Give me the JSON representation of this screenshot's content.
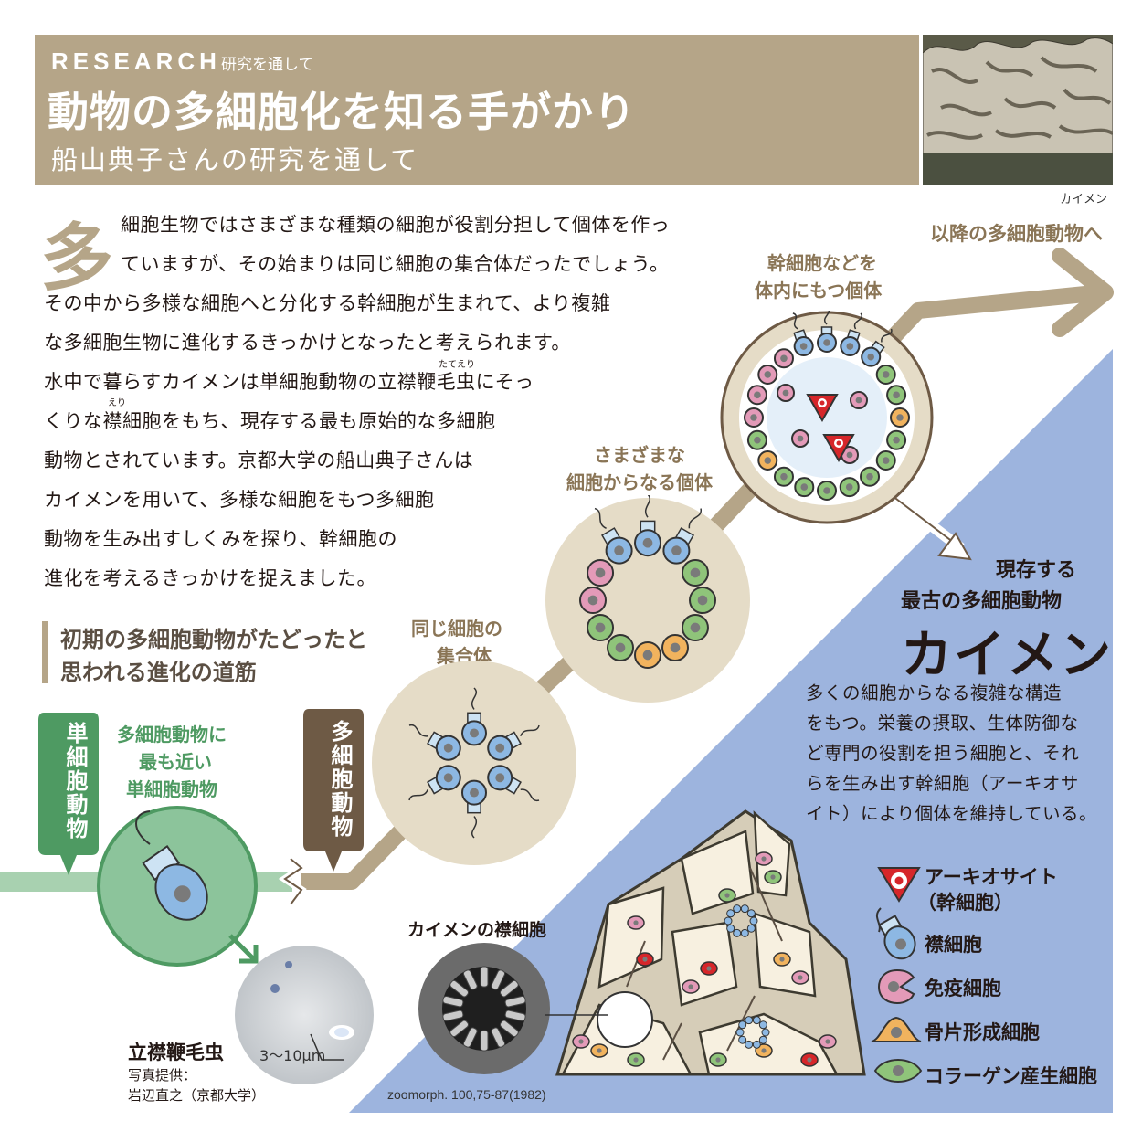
{
  "header": {
    "research": "RESEARCH",
    "research_sub": "研究を通して",
    "title": "動物の多細胞化を知る手がかり",
    "subtitle": "船山典子さんの研究を通して",
    "photo_caption": "カイメン"
  },
  "intro": {
    "dropcap": "多",
    "lines": [
      "細胞生物ではさまざまな種類の細胞が役割分担して個体を作っ",
      "ていますが、その始まりは同じ細胞の集合体だったでしょう。",
      "その中から多様な細胞へと分化する幹細胞が生まれて、より複雑",
      "な多細胞生物に進化するきっかけとなったと考えられます。",
      "水中で暮らすカイメンは単細胞動物の立襟鞭毛虫にそっ",
      "くりな襟細胞をもち、現存する最も原始的な多細胞",
      "動物とされています。京都大学の船山典子さんは",
      "カイメンを用いて、多様な細胞をもつ多細胞",
      "動物を生み出すしくみを探り、幹細胞の",
      "進化を考えるきっかけを捉えました。"
    ],
    "ruby_tateeri": "たてえり",
    "ruby_eri": "えり"
  },
  "section": {
    "lines": [
      "初期の多細胞動物がたどったと",
      "思われる進化の道筋"
    ]
  },
  "timeline": {
    "unicellular": "単細胞動物",
    "multicellular": "多細胞動物",
    "closest_lines": [
      "多細胞動物に",
      "最も近い",
      "単細胞動物"
    ],
    "stage1_lines": [
      "同じ細胞の",
      "集合体"
    ],
    "stage2_lines": [
      "さまざまな",
      "細胞からなる個体"
    ],
    "stage3_lines": [
      "幹細胞などを",
      "体内にもつ個体"
    ],
    "later": "以降の多細胞動物へ"
  },
  "sponge": {
    "head_lines": [
      "現存する",
      "最古の多細胞動物"
    ],
    "name": "カイメン",
    "desc_lines": [
      "多くの細胞からなる複雑な構造",
      "をもつ。栄養の摂取、生体防御な",
      "ど専門の役割を担う細胞と、それ",
      "らを生み出す幹細胞（アーキオサ",
      "イト）により個体を維持している。"
    ],
    "choano_caption": "カイメンの襟細胞",
    "citation": "zoomorph. 100,75-87(1982)"
  },
  "legend": [
    {
      "line1": "アーキオサイト",
      "line2": "（幹細胞）",
      "icon": "archeocyte-icon"
    },
    {
      "line1": "襟細胞",
      "line2": "",
      "icon": "choanocyte-icon"
    },
    {
      "line1": "免疫細胞",
      "line2": "",
      "icon": "immune-cell-icon"
    },
    {
      "line1": "骨片形成細胞",
      "line2": "",
      "icon": "sclerocyte-icon"
    },
    {
      "line1": "コラーゲン産生細胞",
      "line2": "",
      "icon": "collagen-cell-icon"
    }
  ],
  "choanoflagellate": {
    "name": "立襟鞭毛虫",
    "credit_lines": [
      "写真提供：",
      "岩辺直之（京都大学）"
    ],
    "scale": "3〜10μm"
  },
  "colors": {
    "tan": "#b5a588",
    "dark_brown": "#6e5a45",
    "green": "#4e9a62",
    "blue_bg": "#9db4de",
    "cell_blue": "#8db8e3",
    "cell_pink": "#e39ab8",
    "cell_green": "#8fc47a",
    "cell_orange": "#f1b35e",
    "cell_red": "#d6262a"
  }
}
